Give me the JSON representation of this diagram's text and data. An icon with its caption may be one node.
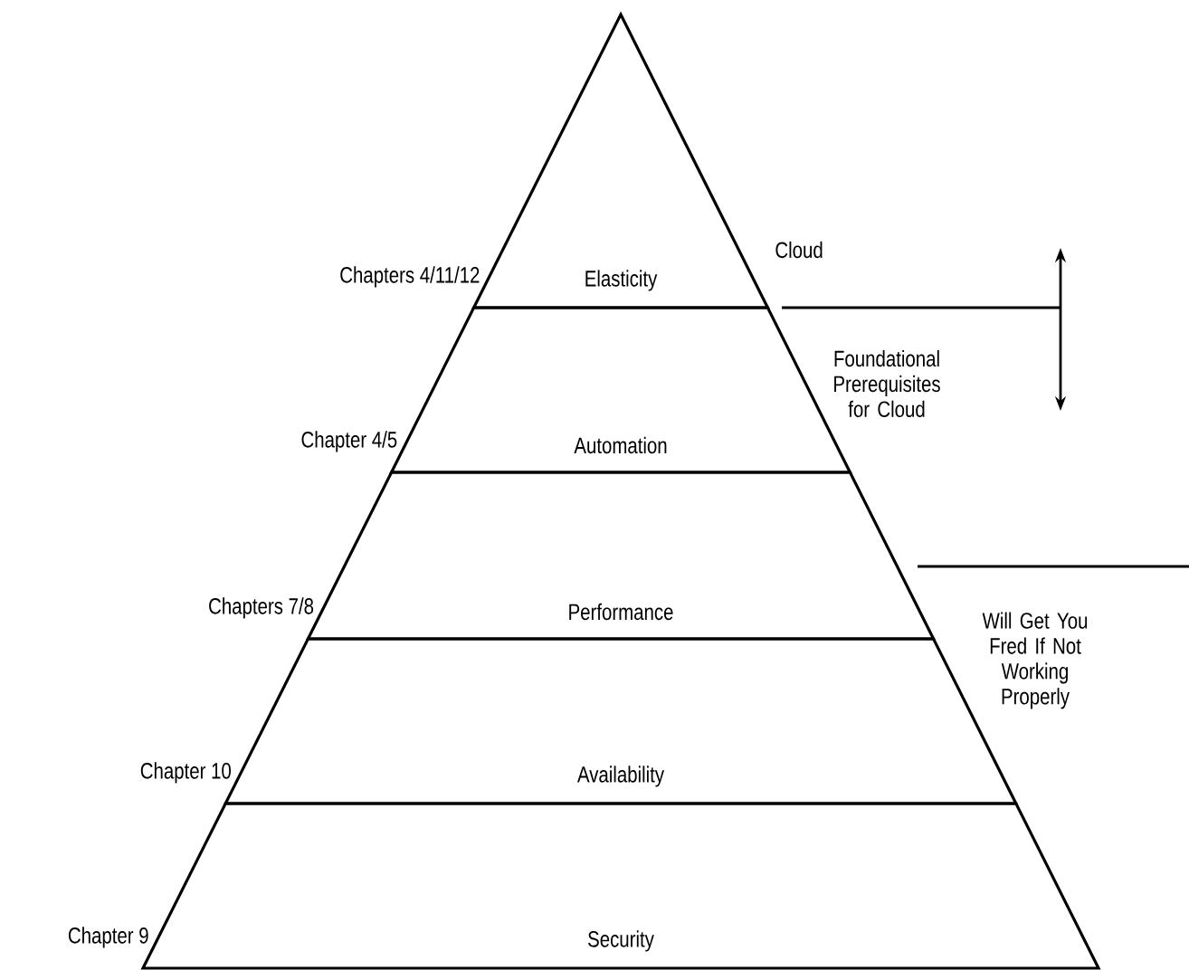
{
  "diagram": {
    "nodes": [
      {
        "text": [
          "Elasticity"
        ],
        "beside": [
          "Chapters 4/11/12"
        ]
      },
      {
        "text": [
          "Automation"
        ],
        "beside": [
          "Chapter 4/5"
        ]
      },
      {
        "text": [
          "Performance"
        ],
        "beside": [
          "Chapters 7/8"
        ]
      },
      {
        "text": [
          "Availability"
        ],
        "beside": [
          "Chapter 10"
        ]
      },
      {
        "text": [
          "Security"
        ],
        "beside": [
          "Chapter 9"
        ]
      }
    ],
    "labels": [
      "Cloud",
      "Foundational Prerequisites for Cloud",
      "Will Get You Fred If Not Working Properly"
    ]
  }
}
